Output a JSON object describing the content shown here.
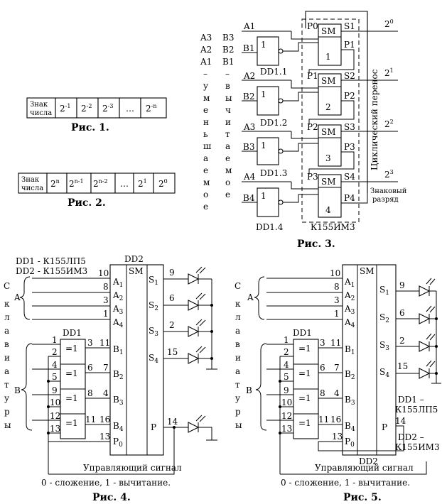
{
  "fig1": {
    "cells": [
      "Знак числа",
      "2-1",
      "2-2",
      "2-3",
      "…",
      "2-n"
    ],
    "cell_sign_l1": "Знак",
    "cell_sign_l2": "числа",
    "caption": "Рис. 1."
  },
  "fig2": {
    "cell_sign_l1": "Знак",
    "cell_sign_l2": "числа",
    "caption": "Рис. 2."
  },
  "fig3": {
    "col_a": [
      "A3",
      "A2",
      "A1",
      "–",
      "у",
      "м",
      "е",
      "н",
      "ь",
      "ш",
      "а",
      "е",
      "м",
      "о",
      "е"
    ],
    "col_b": [
      "B3",
      "B2",
      "B1",
      "–",
      "в",
      "ы",
      "ч",
      "и",
      "т",
      "а",
      "е",
      "м",
      "о",
      "е"
    ],
    "inputs_a": [
      "A1",
      "A2",
      "A3",
      "A4"
    ],
    "inputs_b": [
      "B1",
      "B2",
      "B3",
      "B4"
    ],
    "gates": [
      "DD1.1",
      "DD1.2",
      "DD1.3",
      "DD1.4"
    ],
    "gate_label": "1",
    "sm": "SM",
    "p_in": [
      "P0",
      "P1",
      "P2",
      "P3"
    ],
    "s_out": [
      "S1",
      "S2",
      "S3",
      "S4"
    ],
    "p_out": [
      "P1",
      "P2",
      "P3",
      "P4"
    ],
    "stage_num": [
      "1",
      "2",
      "3",
      "4"
    ],
    "pow": [
      "2",
      "2",
      "2",
      "2"
    ],
    "pow_exp": [
      "0",
      "1",
      "2",
      "3"
    ],
    "cyclic": "Циклический перенос",
    "sign_bit_l1": "Знаковый",
    "sign_bit_l2": "разряд",
    "chip": "К155ИМ3",
    "caption": "Рис. 3."
  },
  "fig4": {
    "legend1": "DD1 - К155ЛП5",
    "legend2": "DD2 - К155ИМ3",
    "keyboard": [
      "С",
      "к",
      "л",
      "а",
      "в",
      "и",
      "а",
      "т",
      "у",
      "р",
      "ы"
    ],
    "dd1": "DD1",
    "dd2": "DD2",
    "sm": "SM",
    "xor": "=1",
    "a_pins": [
      "10",
      "8",
      "3",
      "1"
    ],
    "a_labels": [
      "A1",
      "A2",
      "A3",
      "A4"
    ],
    "bus_a": "A",
    "bus_b": "B",
    "xor_pins_in": [
      "1",
      "2",
      "4",
      "5",
      "9",
      "10",
      "12",
      "13"
    ],
    "xor_pins_out": [
      "3",
      "6",
      "8",
      "11"
    ],
    "b_pins": [
      "11",
      "7",
      "4",
      "16"
    ],
    "b_labels": [
      "B1",
      "B2",
      "B3",
      "B4"
    ],
    "p0_pin": "13",
    "p0": "P0",
    "s_pins": [
      "9",
      "6",
      "2",
      "15"
    ],
    "s_labels": [
      "S1",
      "S2",
      "S3",
      "S4"
    ],
    "p_pin": "14",
    "p": "P",
    "control": "Управляющий сигнал",
    "mode": "0 - сложение, 1 - вычитание.",
    "caption": "Рис. 4."
  },
  "fig5": {
    "legend1_l1": "DD1 –",
    "legend1_l2": "К155ЛП5",
    "legend2_l1": "DD2 –",
    "legend2_l2": "К155ИМ3",
    "caption": "Рис. 5."
  }
}
